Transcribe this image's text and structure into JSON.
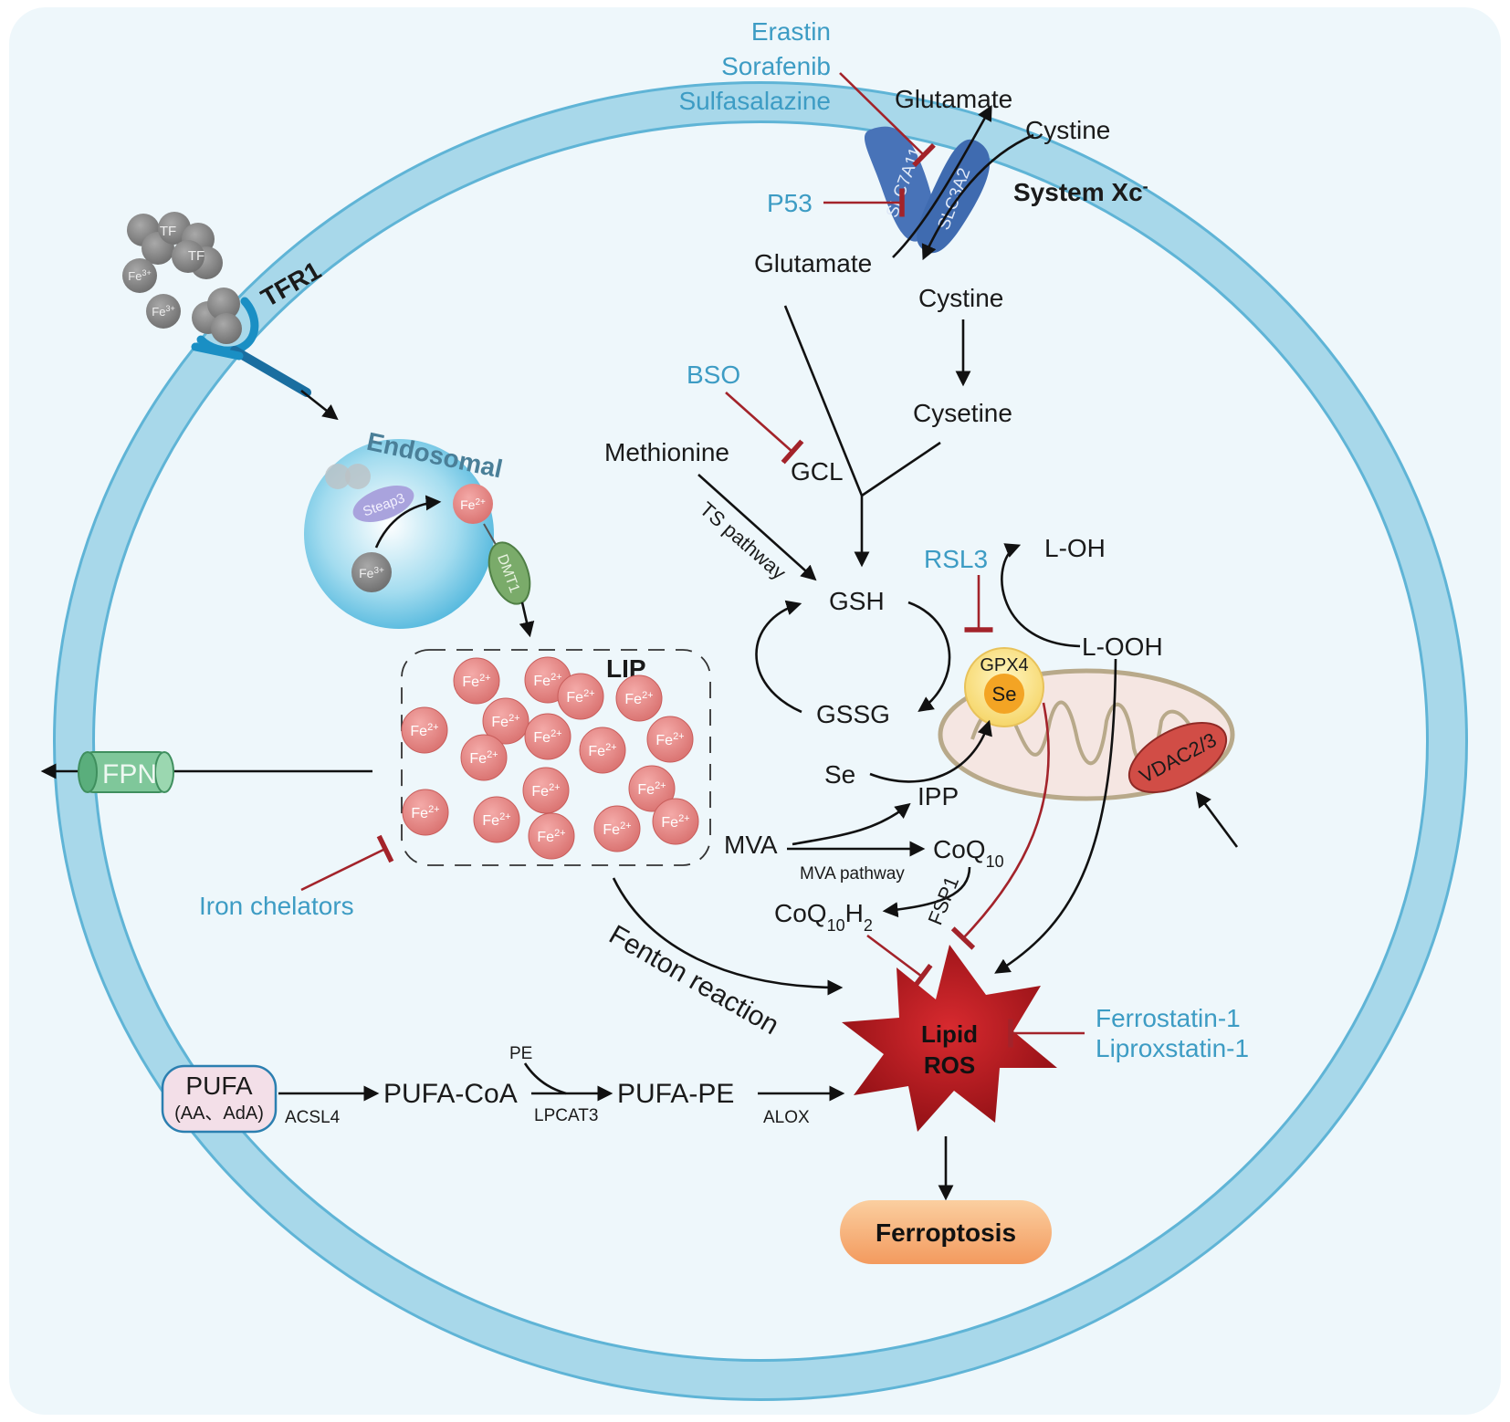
{
  "inhibitors": {
    "erastin": "Erastin",
    "sorafenib": "Sorafenib",
    "sulfasalazine": "Sulfasalazine",
    "p53": "P53",
    "bso": "BSO",
    "rsl3": "RSL3",
    "iron_chelators": "Iron chelators",
    "ferrostatin": "Ferrostatin-1",
    "liproxstatin": "Liproxstatin-1"
  },
  "system_xc": {
    "label": "System Xc",
    "superscript": "-",
    "slc7a11": "SLC7A11",
    "slc3a2": "SLC3A2",
    "glutamate_out": "Glutamate",
    "cystine_out": "Cystine",
    "glutamate_in": "Glutamate",
    "cystine_in": "Cystine"
  },
  "iron_uptake": {
    "tfr1": "TFR1",
    "tf": "TF",
    "fe3": "Fe",
    "fe3_sup": "3+",
    "endosomal": "Endosomal",
    "steap3": "Steap3",
    "fe2": "Fe",
    "fe2_sup": "2+",
    "dmt1": "DMT1",
    "lip": "LIP",
    "fpn": "FPN"
  },
  "gsh_pathway": {
    "cysteine": "Cysetine",
    "methionine": "Methionine",
    "ts_pathway": "TS pathway",
    "gcl": "GCL",
    "gsh": "GSH",
    "gssg": "GSSG",
    "gpx4": "GPX4",
    "se_center": "Se",
    "l_oh": "L-OH",
    "l_ooh": "L-OOH",
    "vdac": "VDAC2/3"
  },
  "mva_pathway": {
    "se": "Se",
    "ipp": "IPP",
    "mva": "MVA",
    "mva_pathway_label": "MVA pathway",
    "coq10": "CoQ",
    "coq10_sub": "10",
    "coq10h2": "CoQ",
    "coq10h2_sub": "10",
    "coq10h2_h": "H",
    "coq10h2_h_sub": "2",
    "fsp1": "FSP1",
    "fenton": "Fenton reaction"
  },
  "lipid_pathway": {
    "pufa": "PUFA",
    "pufa_sub": "(AA、AdA)",
    "acsl4": "ACSL4",
    "pufa_coa": "PUFA-CoA",
    "pe": "PE",
    "lpcat3": "LPCAT3",
    "pufa_pe": "PUFA-PE",
    "alox": "ALOX",
    "lipid_ros_line1": "Lipid",
    "lipid_ros_line2": "ROS",
    "ferroptosis": "Ferroptosis"
  },
  "colors": {
    "membrane": "#a8d8ea",
    "membrane_edge": "#5fb4d6",
    "inhibitor_text": "#3d9cc4",
    "inhibition_line": "#a3232a",
    "iron_fe2": "#e48a8a",
    "ros": "#b3151b",
    "ferroptosis": "#f5b07a"
  }
}
